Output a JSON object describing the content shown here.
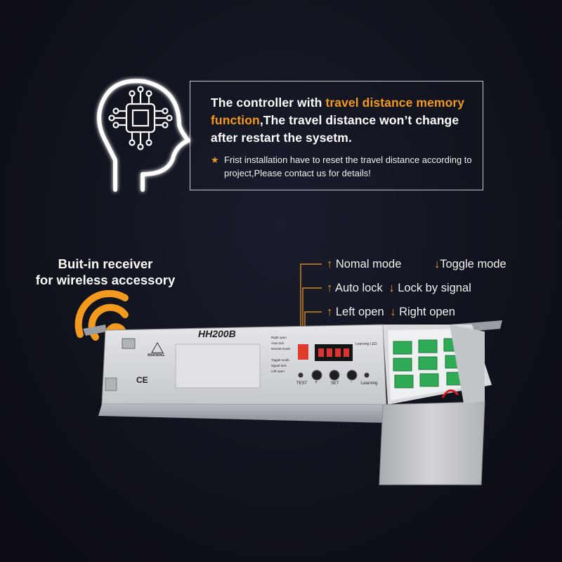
{
  "info": {
    "headline_part1": "The controller with ",
    "headline_highlight": "travel distance memory function",
    "headline_part2": ",The travel distance won’t change after restart the sysetm.",
    "note_star": "★",
    "note": "Frist installation have to reset the travel distance according to project,Please contact us for details!"
  },
  "receiver": {
    "line1": "Buit-in receiver",
    "line2": "for wireless accessory"
  },
  "modes": [
    {
      "up_arrow": "↑",
      "up_label": "Nomal mode",
      "down_arrow": "↓",
      "down_label": "Toggle mode"
    },
    {
      "up_arrow": "↑",
      "up_label": "Auto lock",
      "down_arrow": "↓",
      "down_label": "Lock by signal"
    },
    {
      "up_arrow": "↑",
      "up_label": "Left open",
      "down_arrow": "↓",
      "down_label": "Right open"
    }
  ],
  "device": {
    "model": "HH200B",
    "warning": "WARNING",
    "ce_mark": "CE",
    "buttons": [
      "TEST",
      "+",
      "SET",
      "-",
      "Learning"
    ],
    "learning_led": "Learning LED",
    "side_labels": [
      "Right open",
      "Auto lock",
      "Normal mode",
      "Toggle mode",
      "Signal lock",
      "Left open"
    ]
  },
  "colors": {
    "accent": "#f39a1e",
    "background": "#10121c",
    "device_body": "#c9ccd1"
  },
  "icons": [
    "head-chip-icon",
    "wireless-signal-icon",
    "star-icon"
  ]
}
